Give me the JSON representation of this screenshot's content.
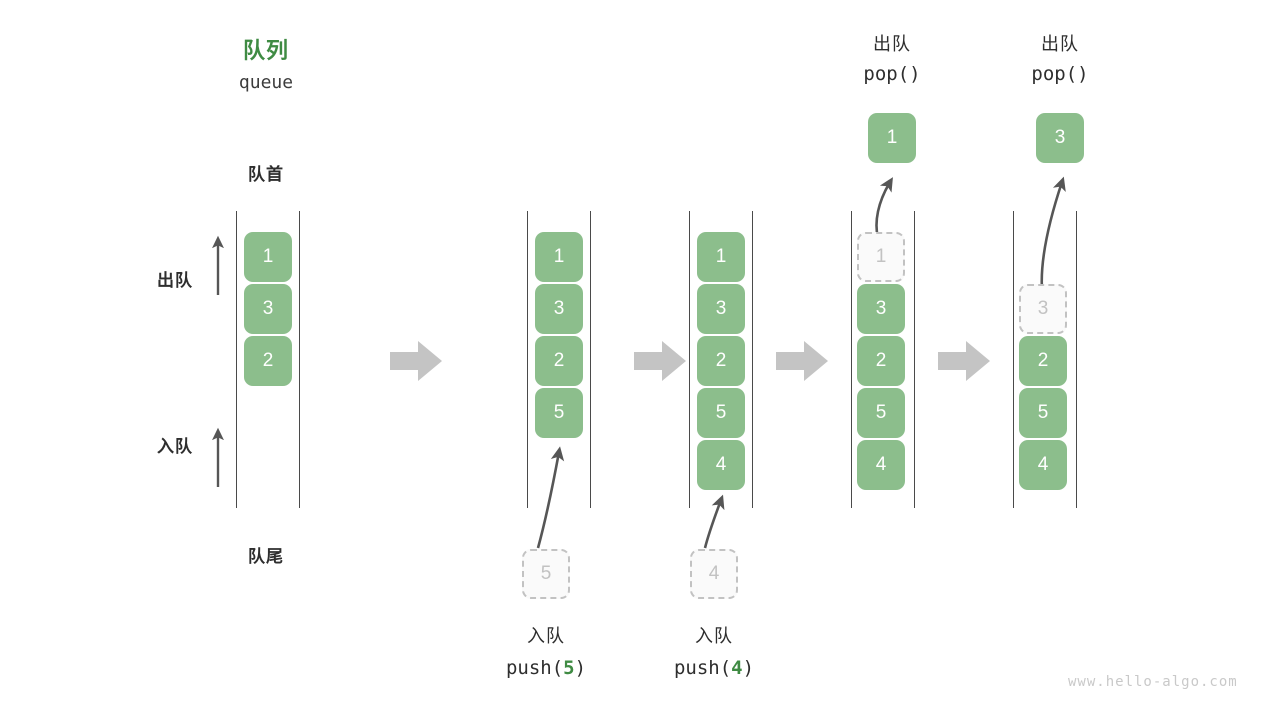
{
  "diagram": {
    "title_cn": "队列",
    "title_en": "queue",
    "front_label": "队首",
    "rear_label": "队尾",
    "dequeue_label": "出队",
    "enqueue_label": "入队",
    "watermark": "www.hello-algo.com",
    "accent_green": "#8cbe8c",
    "title_green": "#3f8b43",
    "rail_color": "#4a4a4a",
    "ghost_border": "#c2c2c2",
    "transition_arrow_color": "#c4c4c4"
  },
  "panels": [
    {
      "id": "panel-initial",
      "cells": [
        {
          "value": "1",
          "state": "filled"
        },
        {
          "value": "3",
          "state": "filled"
        },
        {
          "value": "2",
          "state": "filled"
        }
      ]
    },
    {
      "id": "panel-push-5",
      "cells": [
        {
          "value": "1",
          "state": "filled"
        },
        {
          "value": "3",
          "state": "filled"
        },
        {
          "value": "2",
          "state": "filled"
        },
        {
          "value": "5",
          "state": "filled"
        }
      ],
      "incoming": {
        "value": "5",
        "state": "ghost"
      },
      "caption_cn": "入队",
      "caption_code_prefix": "push(",
      "caption_code_arg": "5",
      "caption_code_suffix": ")"
    },
    {
      "id": "panel-push-4",
      "cells": [
        {
          "value": "1",
          "state": "filled"
        },
        {
          "value": "3",
          "state": "filled"
        },
        {
          "value": "2",
          "state": "filled"
        },
        {
          "value": "5",
          "state": "filled"
        },
        {
          "value": "4",
          "state": "filled"
        }
      ],
      "incoming": {
        "value": "4",
        "state": "ghost"
      },
      "caption_cn": "入队",
      "caption_code_prefix": "push(",
      "caption_code_arg": "4",
      "caption_code_suffix": ")"
    },
    {
      "id": "panel-pop-1",
      "cells": [
        {
          "value": "1",
          "state": "ghost"
        },
        {
          "value": "3",
          "state": "filled"
        },
        {
          "value": "2",
          "state": "filled"
        },
        {
          "value": "5",
          "state": "filled"
        },
        {
          "value": "4",
          "state": "filled"
        }
      ],
      "popped": {
        "value": "1",
        "state": "filled"
      },
      "header_cn": "出队",
      "header_code": "pop()"
    },
    {
      "id": "panel-pop-3",
      "cells": [
        {
          "value": "",
          "state": "empty"
        },
        {
          "value": "3",
          "state": "ghost"
        },
        {
          "value": "2",
          "state": "filled"
        },
        {
          "value": "5",
          "state": "filled"
        },
        {
          "value": "4",
          "state": "filled"
        }
      ],
      "popped": {
        "value": "3",
        "state": "filled"
      },
      "header_cn": "出队",
      "header_code": "pop()"
    }
  ],
  "transitions": [
    {
      "id": "transition-1"
    },
    {
      "id": "transition-2"
    },
    {
      "id": "transition-3"
    },
    {
      "id": "transition-4"
    }
  ]
}
